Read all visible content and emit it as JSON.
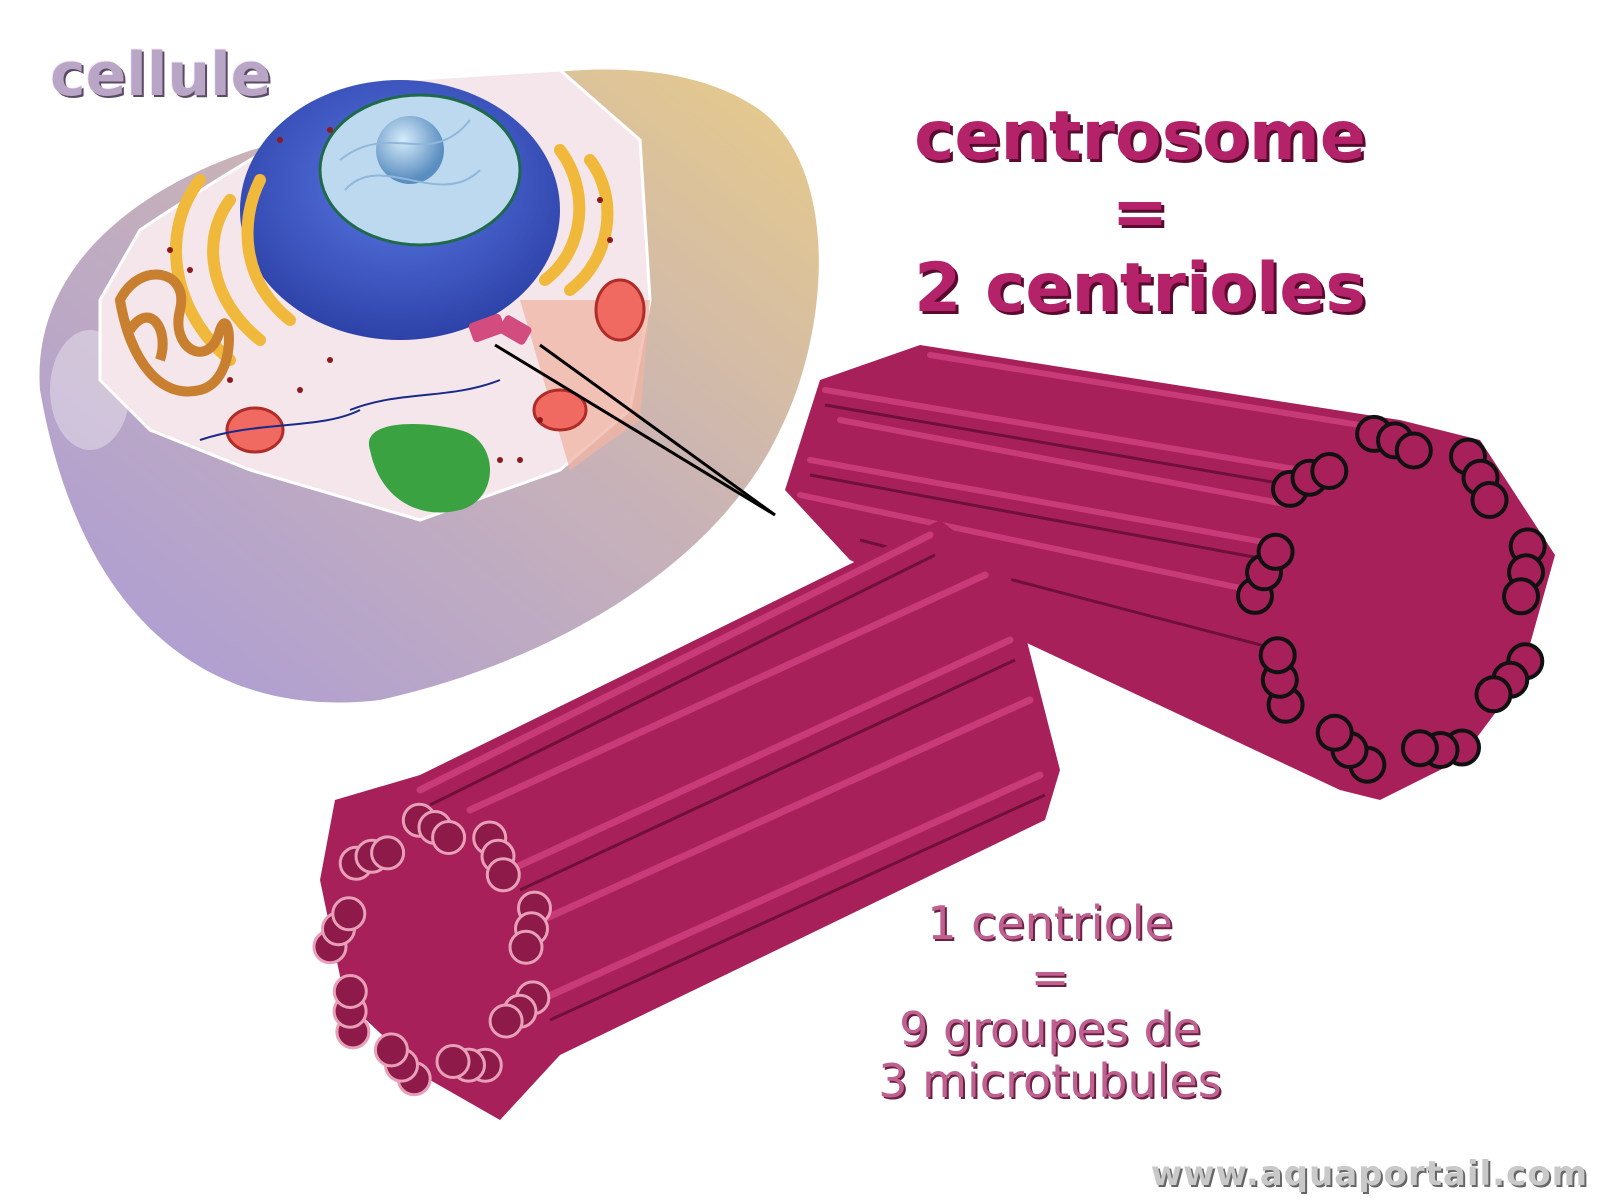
{
  "labels": {
    "cell": "cellule",
    "centrosome_title": [
      "centrosome",
      "=",
      "2 centrioles"
    ],
    "centriole_caption": [
      "1 centriole",
      "=",
      "9 groupes de",
      "3 microtubules"
    ],
    "website": "www.aquaportail.com"
  },
  "colors": {
    "centriole": "#a8205a",
    "centriole_light": "#c83a78",
    "centriole_dark": "#6e1038",
    "cell_purple": "#a99ad8",
    "cell_tan": "#e4c98c",
    "nucleus": "#3f58c8",
    "golgi": "#f0b93c",
    "er": "#c88030",
    "chloro": "#3aa240"
  }
}
